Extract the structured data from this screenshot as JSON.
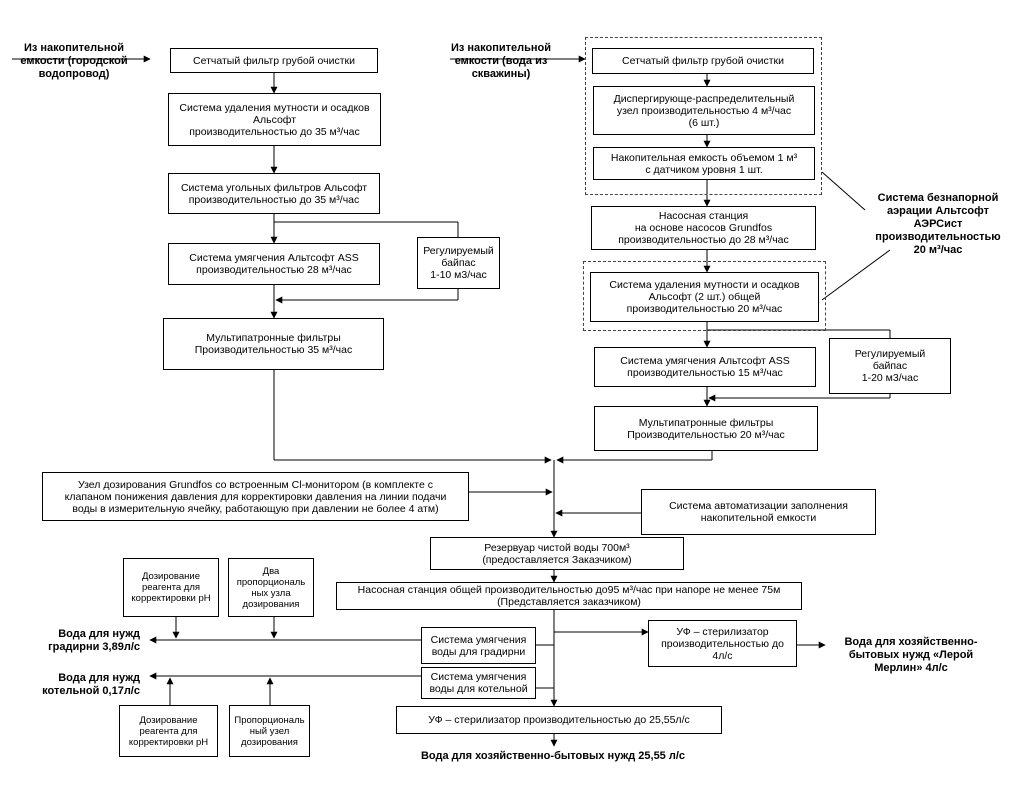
{
  "inputs": {
    "city": "Из накопительной\nемкости (городской\nводопровод)",
    "well": "Из накопительной\nемкости (вода из\nскважины)"
  },
  "left": {
    "coarse_filter": "Сетчатый фильтр грубой очистки",
    "turbidity": "Система удаления мутности и осадков\nАльсофт\nпроизводительностью до 35 м³/час",
    "carbon": "Система угольных фильтров Альсофт\nпроизводительностью до 35 м³/час",
    "softening": "Система умягчения Альтсофт ASS\nпроизводительностью 28 м³/час",
    "bypass": "Регулируемый\nбайпас\n1-10 м3/час",
    "multicartridge": "Мультипатронные фильтры\nПроизводительностью 35 м³/час"
  },
  "right": {
    "coarse_filter": "Сетчатый фильтр грубой очистки",
    "dispersing": "Диспергирующе-распределительный\nузел производительностью 4 м³/час\n(6 шт.)",
    "storage_tank": "Накопительная емкость объемом 1 м³\nс датчиком уровня 1 шт.",
    "pump_station": "Насосная станция\nна основе насосов Grundfos\nпроизводительностью до 28 м³/час",
    "turbidity": "Система удаления мутности и осадков\nАльсофт  (2 шт.) общей\nпроизводительностью 20 м³/час",
    "softening": "Система умягчения Альтсофт ASS\nпроизводительностью 15 м³/час",
    "bypass": "Регулируемый\nбайпас\n1-20 м3/час",
    "multicartridge": "Мультипатронные фильтры\nПроизводительностью 20 м³/час",
    "aeration_label": "Система безнапорной\nаэрации Альтсофт\nАЭРСист\nпроизводительностью\n20 м³/час"
  },
  "common": {
    "dosing_grundfos": "Узел дозирования Grundfos со встроенным Cl-монитором (в комплекте с\nклапаном понижения давления для корректировки давления на линии подачи\nводы в измерительную ячейку, работающую при давлении не более 4 атм)",
    "automation": "Система  автоматизации заполнения\nнакопительной емкости",
    "reservoir": "Резервуар чистой воды 700м³\n(предоставляется Заказчиком)",
    "pump_general": "Насосная станция общей производительностью до95 м³/час при напоре не менее 75м\n(Представляется заказчиком)",
    "ph_dosing_top": "Дозирование\nреагента для\nкорректировки pH",
    "two_prop_units": "Два\nпропорциональ\nных узла\nдозирования",
    "softening_tower": "Система умягчения\nводы для градирни",
    "softening_boiler": "Система умягчения\nводы для котельной",
    "uv_small": "УФ – стерилизатор\nпроизводительностью до\n4л/с",
    "uv_big": "УФ – стерилизатор производительностью до 25,55л/с",
    "ph_dosing_bottom": "Дозирование\nреагента для\nкорректировки pH",
    "prop_unit": "Пропорциональ\nный узел\nдозирования"
  },
  "outputs": {
    "tower": "Вода для нужд\nградирни 3,89л/с",
    "boiler": "Вода для нужд\nкотельной 0,17л/с",
    "household_small": "Вода для хозяйственно-\nбытовых нужд «Лерой\nМерлин» 4л/с",
    "household_big": "Вода для хозяйственно-бытовых нужд 25,55 л/с"
  }
}
